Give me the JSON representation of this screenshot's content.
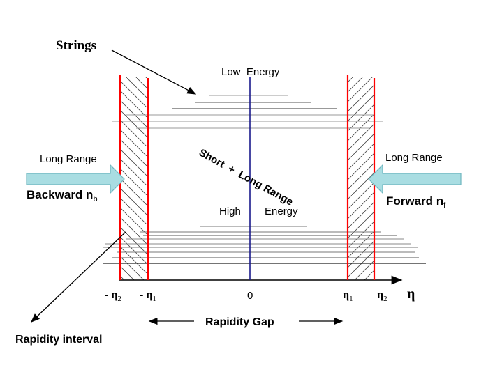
{
  "labels": {
    "strings": "Strings",
    "low_energy": "Low  Energy",
    "high": "High",
    "energy": "Energy",
    "short_long_range": "Short  +  Long Range",
    "long_range_left": "Long Range",
    "long_range_right": "Long Range",
    "backward": "Backward n",
    "backward_sub": "b",
    "forward": "Forward n",
    "forward_sub": "f",
    "rapidity_interval": "Rapidity interval",
    "rapidity_gap": "Rapidity Gap",
    "zero": "0",
    "eta": "η",
    "minus": "- ",
    "eta_sub_1": "1",
    "eta_sub_2": "2"
  },
  "colors": {
    "boundary_red": "#ff0000",
    "center_blue": "#1a1a8c",
    "arrow_fill": "#a9dde2",
    "arrow_stroke": "#6fb6bf",
    "string_gray": "#888888",
    "string_dark": "#222222"
  }
}
